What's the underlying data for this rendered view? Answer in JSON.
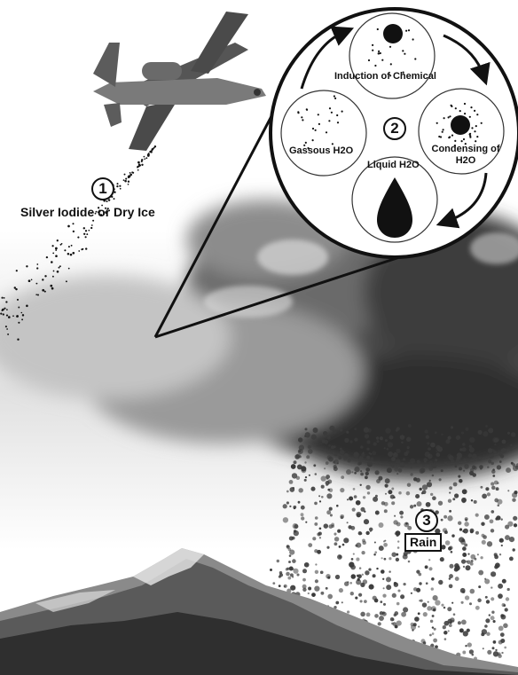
{
  "steps": {
    "one": {
      "number": "1",
      "label": "Silver Iodide or Dry Ice"
    },
    "two": {
      "number": "2",
      "induction": "Induction of Chemical",
      "gaseous": "Gassous H2O",
      "condensing": "Condensing of H2O",
      "liquid": "Liquid H2O"
    },
    "three": {
      "number": "3",
      "label": "Rain"
    }
  },
  "icons": [
    "airplane-icon",
    "water-drop-icon",
    "cycle-arrow-icon"
  ],
  "colors": {
    "ink": "#111111",
    "cloud_dark": "#3a3a3a",
    "sky": "#ffffff"
  }
}
